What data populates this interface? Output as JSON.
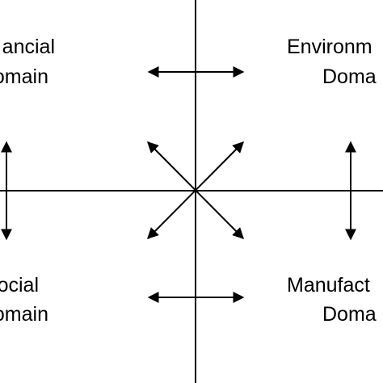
{
  "diagram": {
    "quadrants": {
      "top_left": {
        "line1": "ancial",
        "line2": "omain"
      },
      "top_right": {
        "line1": "Environm",
        "line2": "Doma"
      },
      "bottom_left": {
        "line1": "ocial",
        "line2": "omain"
      },
      "bottom_right": {
        "line1": "Manufact",
        "line2": "Doma"
      }
    },
    "colors": {
      "line": "#000000",
      "background": "#ffffff"
    }
  }
}
